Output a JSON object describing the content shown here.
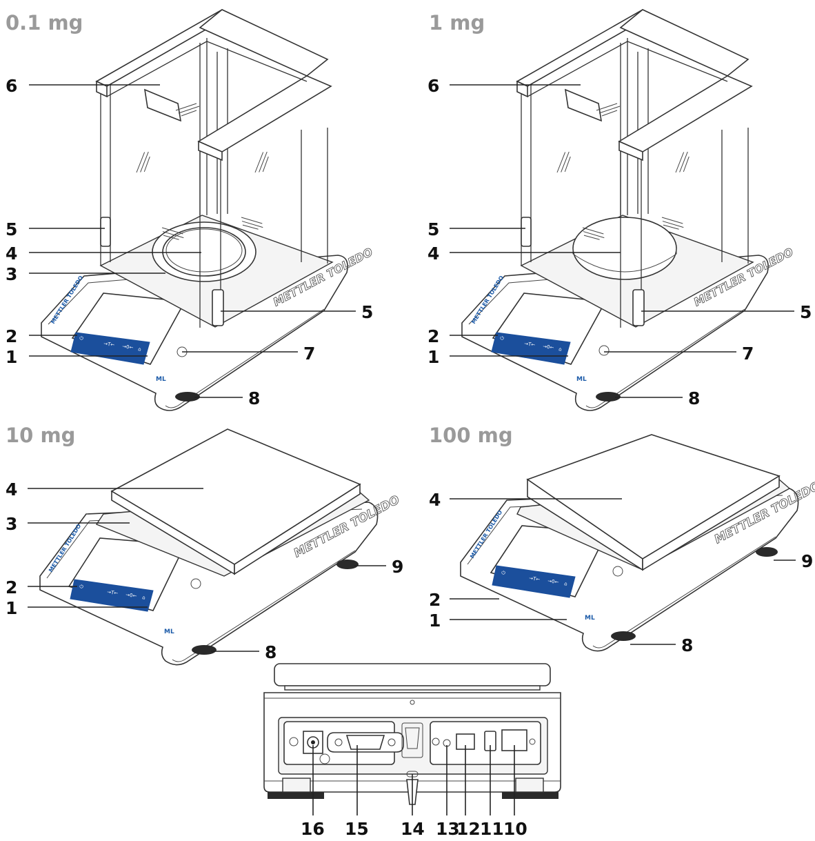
{
  "titles": {
    "top_left": "0.1 mg",
    "top_right": "1 mg",
    "mid_left": "10 mg",
    "mid_right": "100 mg"
  },
  "brand": {
    "name": "METTLER TOLEDO",
    "model": "ML"
  },
  "panel": {
    "power_symbol": "⏻",
    "tare_symbol": "→T←",
    "zero_symbol": "→0←",
    "home_symbol": "⌂"
  },
  "callouts": {
    "p1": [
      "6",
      "5",
      "4",
      "3",
      "2",
      "1",
      "5",
      "7",
      "8"
    ],
    "p2": [
      "6",
      "5",
      "4",
      "5",
      "2",
      "1",
      "7",
      "8"
    ],
    "p3": [
      "4",
      "3",
      "2",
      "1",
      "9",
      "8"
    ],
    "p4": [
      "4",
      "2",
      "1",
      "9",
      "8"
    ],
    "rear": [
      "16",
      "15",
      "14",
      "13",
      "12",
      "11",
      "10"
    ]
  }
}
